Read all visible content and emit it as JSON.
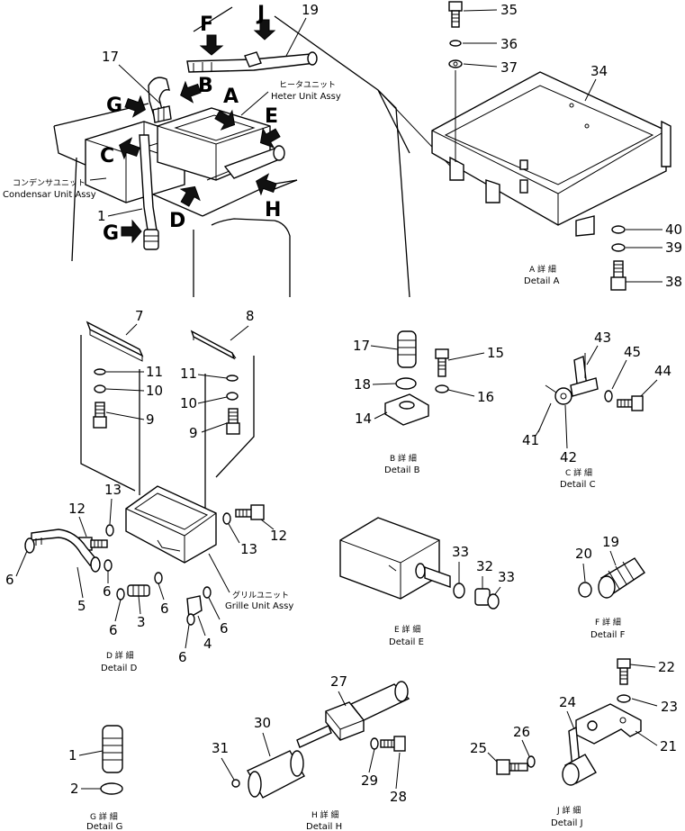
{
  "labels": {
    "heater_jp": "ヒータユニット",
    "heater_en": "Heter Unit Assy",
    "condenser_jp": "コンデンサユニット",
    "condenser_en": "Condensar Unit Assy",
    "grille_jp": "グリルユニット",
    "grille_en": "Grille Unit Assy"
  },
  "details": {
    "a_jp": "A 詳 細",
    "a_en": "Detail A",
    "b_jp": "B 詳 細",
    "b_en": "Detail B",
    "c_jp": "C 詳 細",
    "c_en": "Detail C",
    "d_jp": "D 詳 細",
    "d_en": "Detail D",
    "e_jp": "E 詳 細",
    "e_en": "Detail E",
    "f_jp": "F 詳 細",
    "f_en": "Detail F",
    "g_jp": "G 詳 細",
    "g_en": "Detail G",
    "h_jp": "H 詳 細",
    "h_en": "Detail H",
    "j_jp": "J 詳 細",
    "j_en": "Detail J"
  },
  "letters": {
    "a": "A",
    "b": "B",
    "c": "C",
    "d": "D",
    "e": "E",
    "f": "F",
    "g": "G",
    "h": "H",
    "j": "J"
  },
  "parts": {
    "p1": "1",
    "p2": "2",
    "p3": "3",
    "p4": "4",
    "p5": "5",
    "p6": "6",
    "p7": "7",
    "p8": "8",
    "p9": "9",
    "p10": "10",
    "p11": "11",
    "p12": "12",
    "p13": "13",
    "p14": "14",
    "p15": "15",
    "p16": "16",
    "p17": "17",
    "p18": "18",
    "p19": "19",
    "p20": "20",
    "p21": "21",
    "p22": "22",
    "p23": "23",
    "p24": "24",
    "p25": "25",
    "p26": "26",
    "p27": "27",
    "p28": "28",
    "p29": "29",
    "p30": "30",
    "p31": "31",
    "p32": "32",
    "p33": "33",
    "p34": "34",
    "p35": "35",
    "p36": "36",
    "p37": "37",
    "p38": "38",
    "p39": "39",
    "p40": "40",
    "p41": "41",
    "p42": "42",
    "p43": "43",
    "p44": "44",
    "p45": "45"
  }
}
